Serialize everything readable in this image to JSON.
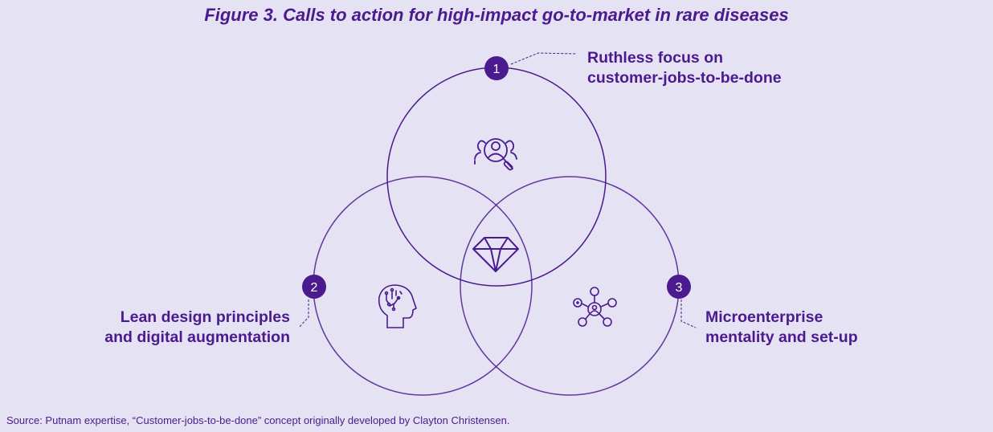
{
  "title": "Figure 3. Calls to action for high-impact go-to-market in rare diseases",
  "colors": {
    "primary": "#4b1a8f",
    "background": "#e4e2f3"
  },
  "circles": [
    {
      "number": "1",
      "label_line1": "Ruthless focus on",
      "label_line2": "customer-jobs-to-be-done",
      "icon": "customer-search-icon"
    },
    {
      "number": "2",
      "label_line1": "Lean design principles",
      "label_line2": "and digital augmentation",
      "icon": "digital-brain-icon"
    },
    {
      "number": "3",
      "label_line1": "Microenterprise",
      "label_line2": "mentality and set-up",
      "icon": "network-hub-icon"
    }
  ],
  "center_icon": "diamond-icon",
  "source": "Source: Putnam expertise, “Customer-jobs-to-be-done” concept originally developed by Clayton Christensen."
}
